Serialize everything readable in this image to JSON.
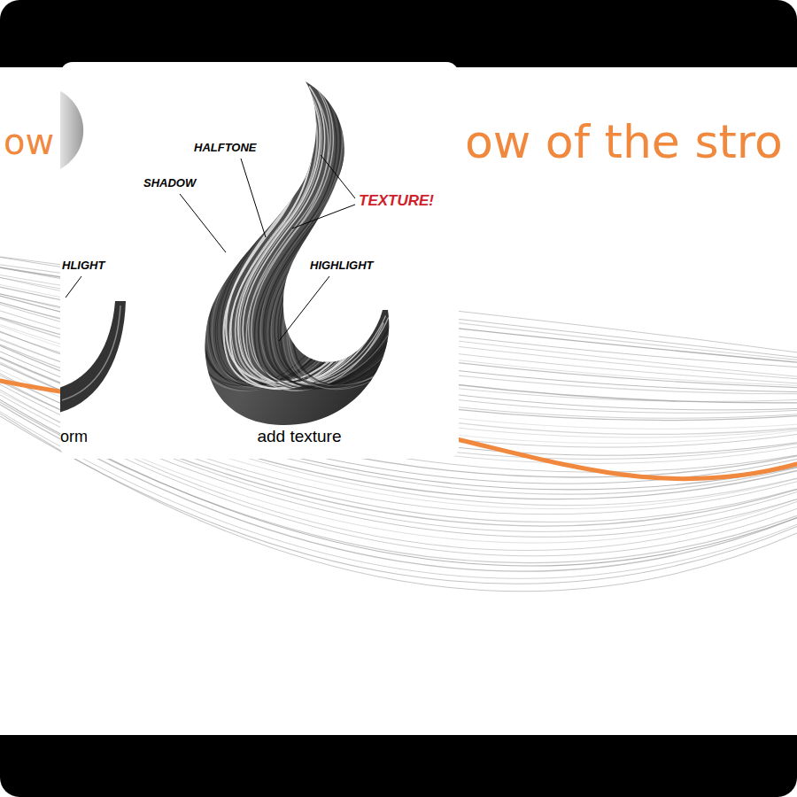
{
  "diagram": {
    "labels": [
      "ow",
      "HLIGHT",
      "orm",
      "ow of the stro",
      "SHADOW",
      "HALFTONE",
      "TEXTURE!",
      "HIGHLIGHT",
      "add texture"
    ]
  }
}
